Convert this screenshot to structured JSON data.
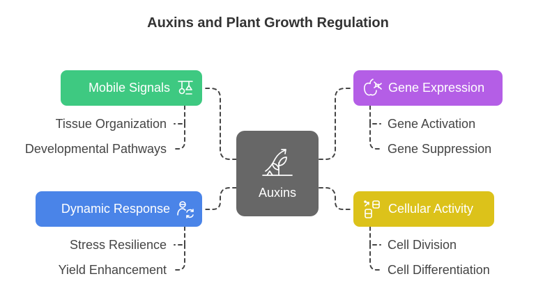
{
  "title": "Auxins and Plant Growth Regulation",
  "center": {
    "label": "Auxins",
    "icon": "plant-growth-icon"
  },
  "branches": {
    "mobile_signals": {
      "label": "Mobile Signals",
      "icon": "scales-icon",
      "color": "#3ec981",
      "items": [
        "Tissue Organization",
        "Developmental Pathways"
      ]
    },
    "gene_expression": {
      "label": "Gene Expression",
      "icon": "dna-apple-icon",
      "color": "#b45ee6",
      "items": [
        "Gene Activation",
        "Gene Suppression"
      ]
    },
    "dynamic_response": {
      "label": "Dynamic Response",
      "icon": "person-refresh-icon",
      "color": "#4a84e8",
      "items": [
        "Stress Resilience",
        "Yield Enhancement"
      ]
    },
    "cellular_activity": {
      "label": "Cellular Activity",
      "icon": "cells-icon",
      "color": "#dcc21a",
      "items": [
        "Cell Division",
        "Cell Differentiation"
      ]
    }
  }
}
